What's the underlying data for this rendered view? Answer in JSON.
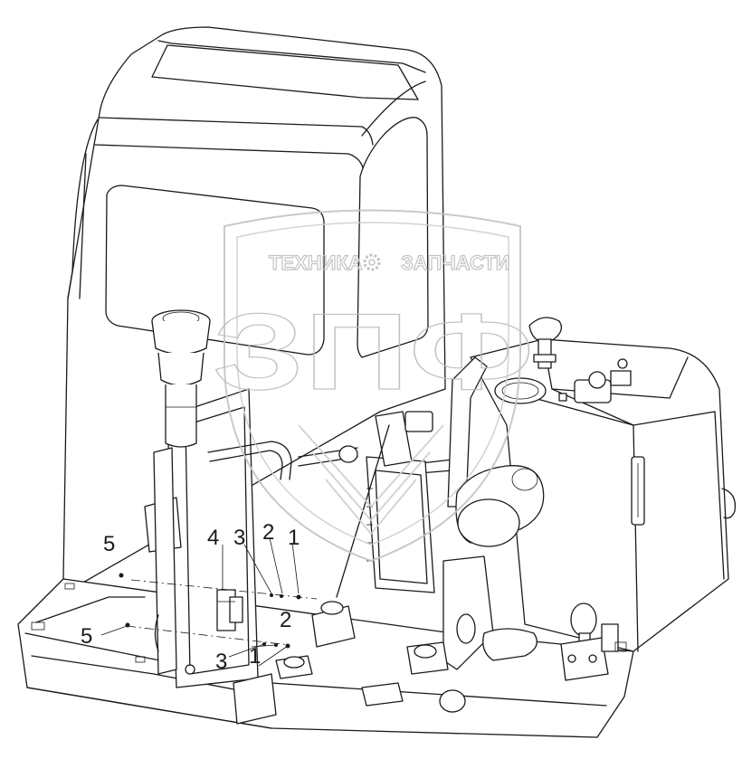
{
  "watermark": {
    "left_word": "ТЕХНИКА",
    "right_word": "ЗАПЧАСТИ",
    "logo": "ЗПФ",
    "emblem_icon": "gear-icon"
  },
  "callouts": [
    {
      "id": "c1",
      "label": "1"
    },
    {
      "id": "c2",
      "label": "2"
    },
    {
      "id": "c3",
      "label": "3"
    },
    {
      "id": "c4",
      "label": "4"
    },
    {
      "id": "c5",
      "label": "5"
    },
    {
      "id": "c5b",
      "label": "5"
    },
    {
      "id": "c3b",
      "label": "3"
    },
    {
      "id": "c2b",
      "label": "2"
    },
    {
      "id": "c1b",
      "label": "1"
    }
  ],
  "colors": {
    "line": "#1a1a1a",
    "watermark": "#bdbdbd",
    "background": "#ffffff"
  }
}
